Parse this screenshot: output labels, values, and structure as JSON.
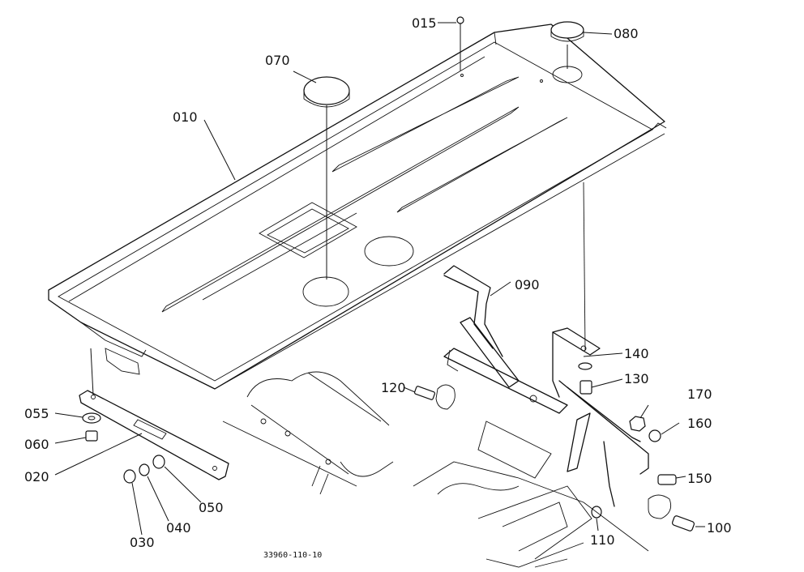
{
  "parts": [
    {
      "id": "p015",
      "label": "015"
    },
    {
      "id": "p080",
      "label": "080"
    },
    {
      "id": "p070",
      "label": "070"
    },
    {
      "id": "p010",
      "label": "010"
    },
    {
      "id": "p090",
      "label": "090"
    },
    {
      "id": "p140",
      "label": "140"
    },
    {
      "id": "p130",
      "label": "130"
    },
    {
      "id": "p120",
      "label": "120"
    },
    {
      "id": "p170",
      "label": "170"
    },
    {
      "id": "p160",
      "label": "160"
    },
    {
      "id": "p150",
      "label": "150"
    },
    {
      "id": "p100",
      "label": "100"
    },
    {
      "id": "p110",
      "label": "110"
    },
    {
      "id": "p055",
      "label": "055"
    },
    {
      "id": "p060",
      "label": "060"
    },
    {
      "id": "p020",
      "label": "020"
    },
    {
      "id": "p050",
      "label": "050"
    },
    {
      "id": "p040",
      "label": "040"
    },
    {
      "id": "p030",
      "label": "030"
    }
  ],
  "figure_code": "33960-110-10"
}
